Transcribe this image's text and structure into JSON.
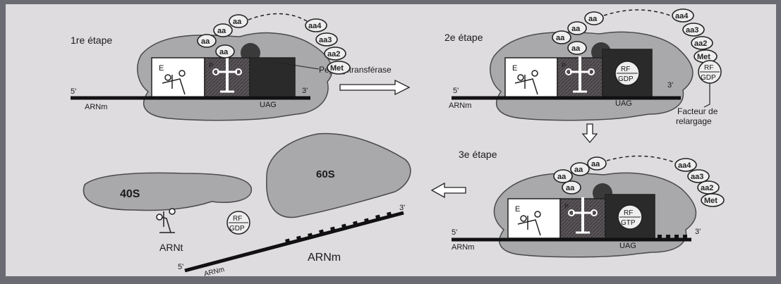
{
  "steps": {
    "step1": "1re étape",
    "step2": "2e étape",
    "step3": "3e étape"
  },
  "amino_acids": {
    "aa": "aa",
    "aa4": "aa4",
    "aa3": "aa3",
    "aa2": "aa2",
    "met": "Met"
  },
  "sites": {
    "e": "E",
    "p": "P"
  },
  "labels": {
    "five_prime": "5'",
    "three_prime": "3'",
    "mrna": "ARNm",
    "trna": "ARNt",
    "uag": "UAG",
    "peptidyltransferase": "Peptidyltransférase",
    "release_factor": "Facteur de relargage",
    "release_factor_line1": "Facteur de",
    "release_factor_line2": "relargage",
    "rf": "RF",
    "gdp": "GDP",
    "gtp": "GTP",
    "small_subunit": "40S",
    "large_subunit": "60S"
  }
}
